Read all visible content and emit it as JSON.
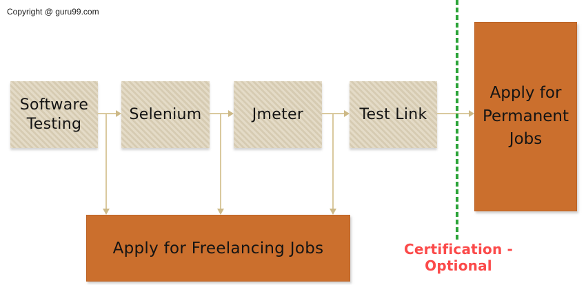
{
  "copyright": "Copyright @ guru99.com",
  "nodes": [
    {
      "label": "Software Testing"
    },
    {
      "label": "Selenium"
    },
    {
      "label": "Jmeter"
    },
    {
      "label": "Test Link"
    }
  ],
  "permanent": {
    "label": "Apply for Permanent Jobs"
  },
  "freelancing": {
    "label": "Apply for Freelancing Jobs"
  },
  "annotation": {
    "label": "Certification - Optional"
  },
  "colors": {
    "tan-light": "#e4dbc7",
    "tan-dark": "#d6cbb2",
    "orange": "#cb6f2d",
    "orange-border": "#bc6325",
    "arrow": "#d9c99e",
    "arrowhead": "#cdb987",
    "green": "#2ba338",
    "red": "#fb4a4a",
    "ink": "#141414"
  }
}
